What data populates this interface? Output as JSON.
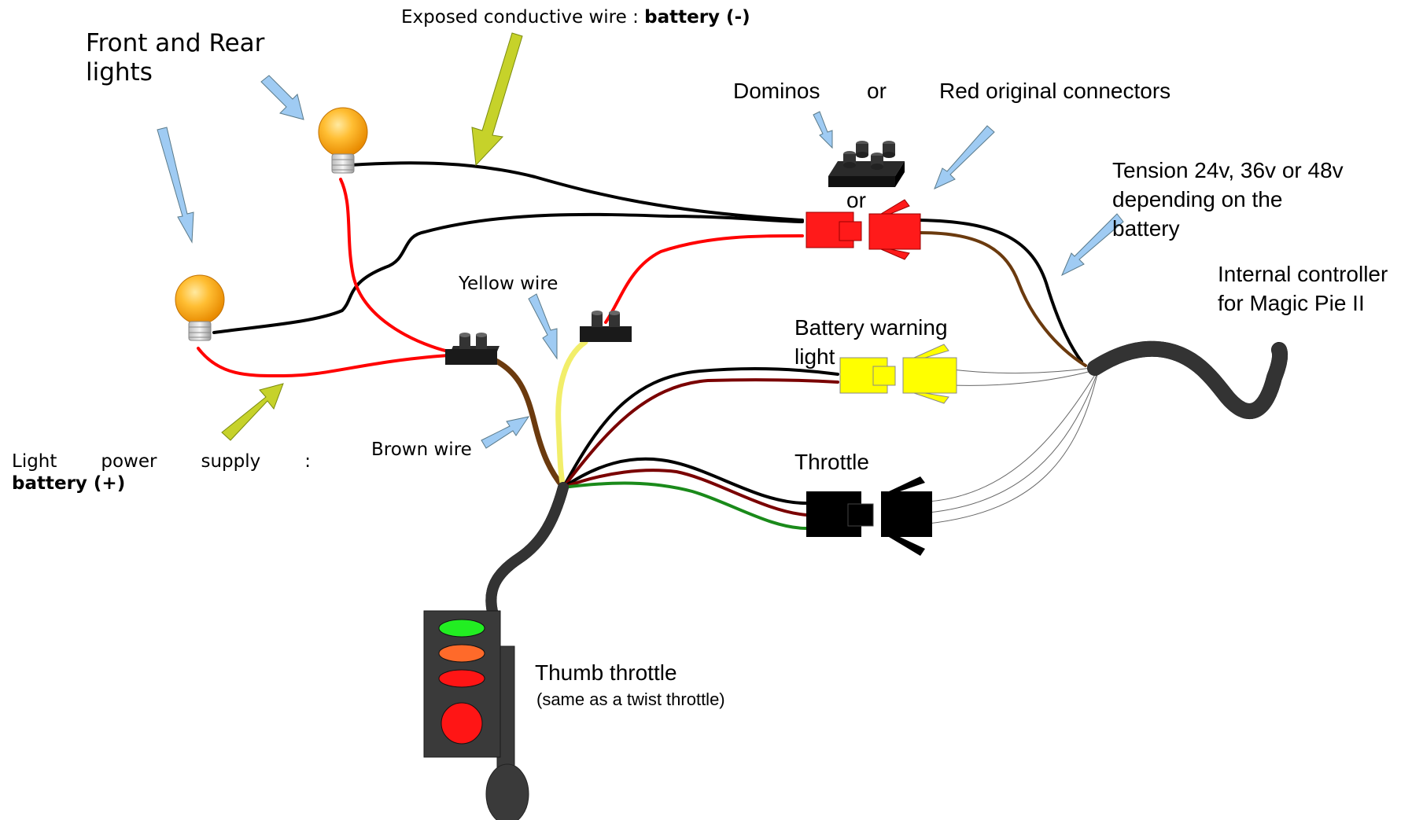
{
  "labels": {
    "exposed_wire_prefix": "Exposed conductive wire : ",
    "exposed_wire_bold": "battery (-)",
    "lights_line1": "Front and Rear",
    "lights_line2": "lights",
    "dominos": "Dominos",
    "or_top": "or",
    "red_connectors": "Red original connectors",
    "or_mid": "or",
    "tension_line1": "Tension 24v, 36v or 48v",
    "tension_line2": "depending on the",
    "tension_line3": "battery",
    "controller_line1": "Internal controller",
    "controller_line2": "for Magic Pie II",
    "yellow_wire": "Yellow wire",
    "battery_warning_line1": "Battery warning",
    "battery_warning_line2": "light",
    "brown_wire": "Brown wire",
    "light_power_words": [
      "Light",
      "power",
      "supply",
      ":"
    ],
    "light_power_bold": "battery (+)",
    "throttle": "Throttle",
    "thumb_throttle": "Thumb throttle",
    "thumb_throttle_sub": "(same as a twist throttle)"
  },
  "colors": {
    "wire_black": "#000000",
    "wire_red": "#ff0000",
    "wire_brown": "#6b3a0e",
    "wire_dark_red": "#7a0000",
    "wire_yellow": "#f2ee6a",
    "wire_green": "#1a8a1a",
    "connector_red": "#ff1a1a",
    "connector_yellow": "#ffff00",
    "arrow_blue": "#9fcbf3",
    "arrow_olive": "#c6d22a",
    "bulb": "#ffb020",
    "throttle_body": "#3a3a3a",
    "led_green": "#22ee22",
    "led_orange": "#ff6a2a",
    "led_red": "#ff1515"
  },
  "icons": [
    "light-bulb-icon",
    "domino-connector-icon",
    "arrow-icon"
  ]
}
